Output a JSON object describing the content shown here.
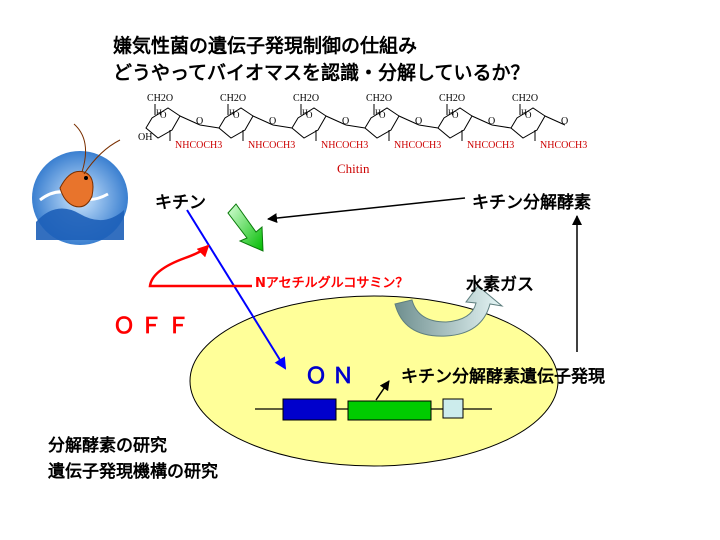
{
  "title": {
    "line1": "嫌気性菌の遺伝子発現制御の仕組み",
    "line2": "どうやってバイオマスを認識・分解しているか？"
  },
  "chitin_structure": {
    "ch2o_label": "CH2O",
    "o_label": "O",
    "h_label": "H",
    "oh_label": "OH",
    "oh_end": "OH",
    "nhcoch3_label": "NHCOCH3",
    "caption": "Chitin"
  },
  "labels": {
    "chitin": "キチン",
    "chitinase": "キチン分解酵素",
    "n_acetylglucosamine": "Nアセチルグルコサミン？",
    "hydrogen_gas": "水素ガス",
    "off": "ＯＦＦ",
    "on": "ＯＮ",
    "gene_expression": "キチン分解酵素遺伝子発現",
    "research_line1": "分解酵素の研究",
    "research_line2": "遺伝子発現機構の研究"
  },
  "colors": {
    "cell": "#ffff99",
    "gene_blue": "#0000cc",
    "gene_green": "#00cc00",
    "gene_light": "#ccecec",
    "off_red": "#ff0000",
    "on_blue": "#0000cc",
    "blue_arrow": "#0000ff",
    "chitin_text": "#cc0000"
  },
  "icons": {
    "shrimp": "shrimp-wave-icon"
  }
}
